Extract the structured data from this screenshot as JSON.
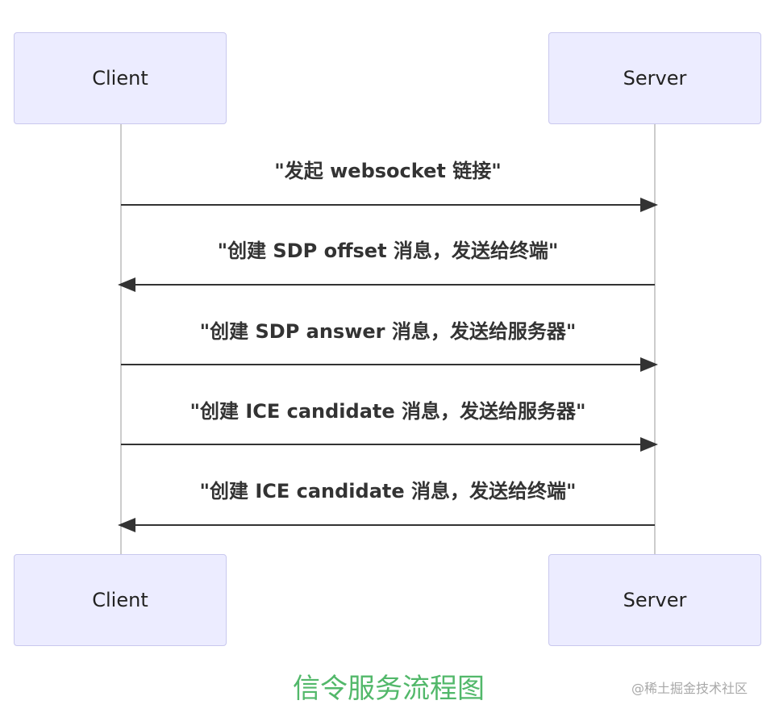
{
  "participants": {
    "client": "Client",
    "server": "Server"
  },
  "messages": [
    {
      "text": "\"发起 websocket 链接\"",
      "direction": "client-to-server"
    },
    {
      "text": "\"创建 SDP offset 消息，发送给终端\"",
      "direction": "server-to-client"
    },
    {
      "text": "\"创建 SDP answer 消息，发送给服务器\"",
      "direction": "client-to-server"
    },
    {
      "text": "\"创建 ICE candidate 消息，发送给服务器\"",
      "direction": "client-to-server"
    },
    {
      "text": "\"创建 ICE candidate 消息，发送给终端\"",
      "direction": "server-to-client"
    }
  ],
  "caption": "信令服务流程图",
  "watermark": "@稀土掘金技术社区",
  "colors": {
    "actor_fill": "#ececff",
    "actor_border": "#c9c8ee",
    "line": "#333333",
    "caption": "#52b86a"
  }
}
